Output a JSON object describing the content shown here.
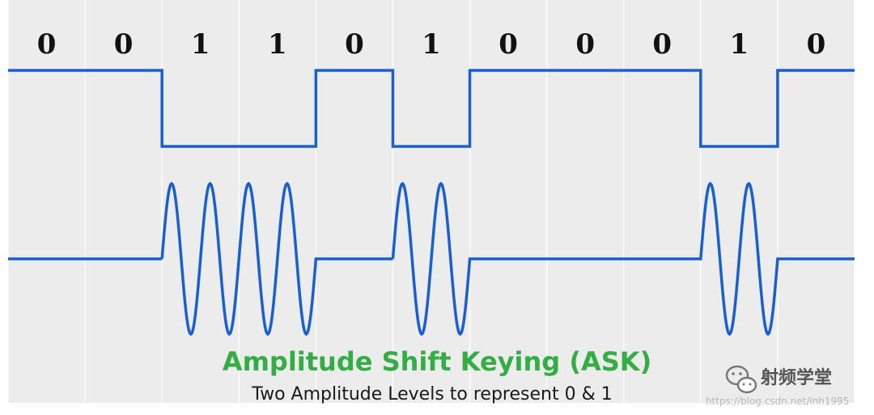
{
  "bits": [
    "0",
    "0",
    "1",
    "1",
    "0",
    "1",
    "0",
    "0",
    "0",
    "1",
    "0"
  ],
  "title": "Amplitude Shift Keying (ASK)",
  "subtitle": "Two Amplitude Levels to represent 0 & 1",
  "watermark": {
    "brand": "射频学堂",
    "url": "https://blog.csdn.net/lnh1995"
  },
  "colors": {
    "signal": "#1a5fd0",
    "title": "#35ad45",
    "stripe": "#ececec"
  }
}
